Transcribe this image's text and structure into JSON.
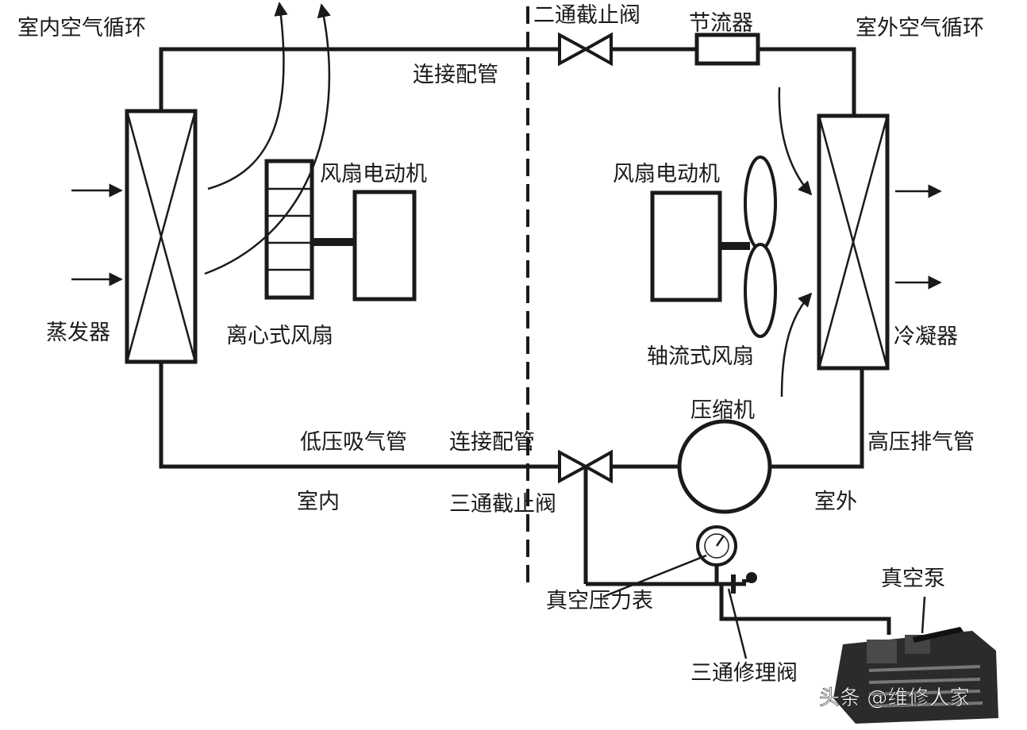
{
  "labels": {
    "indoor_air_circulation": "室内空气循环",
    "outdoor_air_circulation": "室外空气循环",
    "three_way_valve_top": "二通截止阀",
    "throttle": "节流器",
    "connecting_pipe_top": "连接配管",
    "fan_motor_indoor": "风扇电动机",
    "fan_motor_outdoor": "风扇电动机",
    "evaporator": "蒸发器",
    "centrifugal_fan": "离心式风扇",
    "axial_fan": "轴流式风扇",
    "condenser": "冷凝器",
    "compressor": "压缩机",
    "low_pressure_pipe": "低压吸气管",
    "connecting_pipe_bottom": "连接配管",
    "high_pressure_pipe": "高压排气管",
    "indoor": "室内",
    "three_way_valve_bottom": "三通截止阀",
    "outdoor": "室外",
    "vacuum_gauge": "真空压力表",
    "vacuum_pump": "真空泵",
    "service_valve": "三通修理阀",
    "watermark": "头条 @维修人家"
  }
}
